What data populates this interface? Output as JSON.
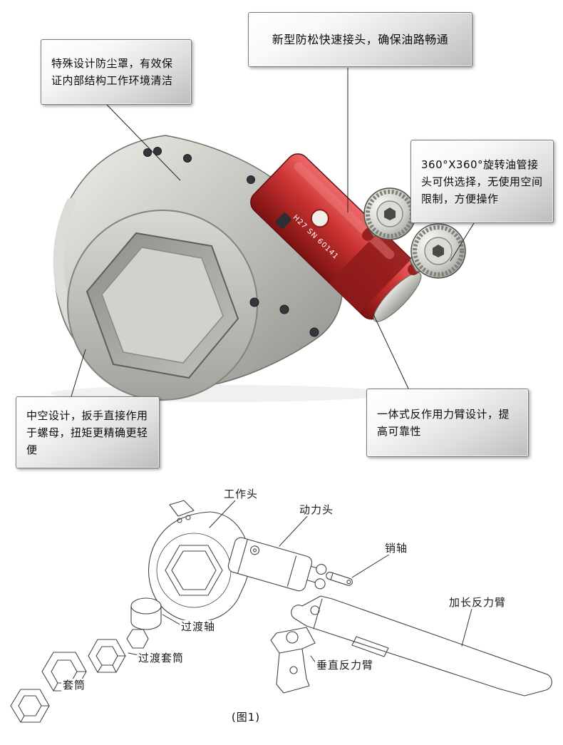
{
  "callouts": [
    {
      "id": "dust-cover",
      "text": "特殊设计防尘罩，有效保证内部结构工作环境清洁"
    },
    {
      "id": "quick-coupling",
      "text": "新型防松快速接头，确保油路畅通"
    },
    {
      "id": "rotating-fitting",
      "text": "360°X360°旋转油管接头可供选择，无使用空间限制，方便操作"
    },
    {
      "id": "hollow-design",
      "text": "中空设计，扳手直接作用于螺母，扭矩更精确更轻便"
    },
    {
      "id": "reaction-arm",
      "text": "一体式反作用力臂设计，提高可靠性"
    }
  ],
  "part_labels": [
    {
      "id": "working-head",
      "text": "工作头"
    },
    {
      "id": "power-head",
      "text": "动力头"
    },
    {
      "id": "pin-shaft",
      "text": "销轴"
    },
    {
      "id": "extended-reaction-arm",
      "text": "加长反力臂"
    },
    {
      "id": "transition-shaft",
      "text": "过渡轴"
    },
    {
      "id": "transition-sleeve",
      "text": "过渡套筒"
    },
    {
      "id": "vertical-reaction-arm",
      "text": "垂直反力臂"
    },
    {
      "id": "socket",
      "text": "套筒"
    }
  ],
  "product_label": "H27 SN 60141",
  "caption": "(图1)",
  "colors": {
    "body_red": "#c03030",
    "steel_light": "#d9d9d4",
    "steel_dark": "#8f8f89",
    "line_color": "#444444",
    "callout_border": "#7a7a7a"
  }
}
